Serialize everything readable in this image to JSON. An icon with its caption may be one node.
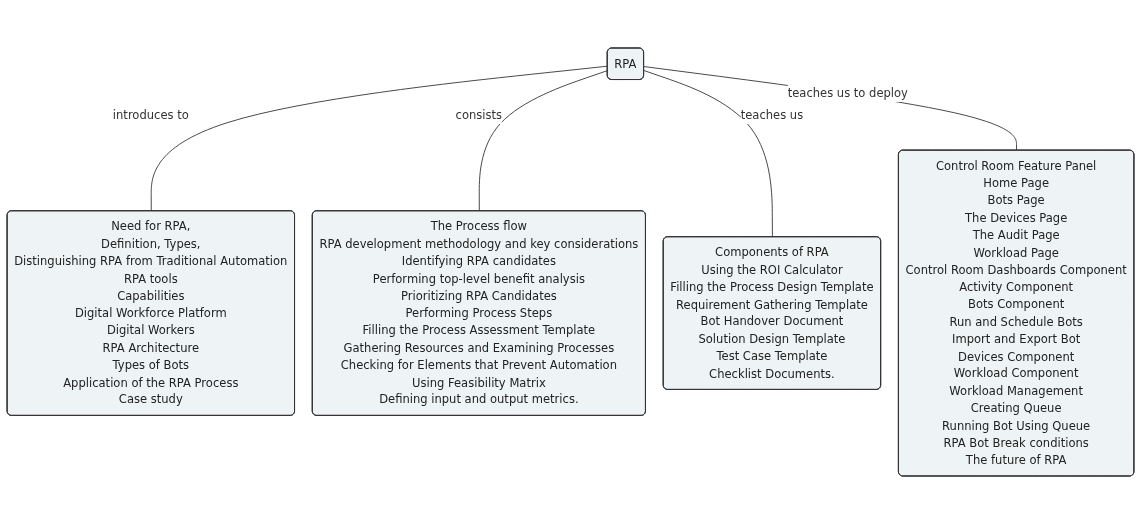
{
  "diagram": {
    "nodes": [
      {
        "text": [
          "RPA"
        ]
      },
      {
        "text": [
          "Need for RPA,",
          "Definition, Types,",
          "Distinguishing RPA from Traditional Automation",
          "RPA tools",
          "Capabilities",
          "Digital Workforce Platform",
          "Digital Workers",
          "RPA Architecture",
          "Types of Bots",
          "Application of the RPA Process",
          "Case study"
        ]
      },
      {
        "text": [
          "The Process flow",
          "RPA development methodology and key considerations",
          "Identifying RPA candidates",
          "Performing top-level benefit analysis",
          "Prioritizing RPA Candidates",
          "Performing Process Steps",
          "Filling the Process Assessment Template",
          "Gathering Resources and Examining Processes",
          "Checking for Elements that Prevent Automation",
          "Using Feasibility Matrix",
          "Defining input and output metrics."
        ]
      },
      {
        "text": [
          "Components of RPA",
          "Using the ROI Calculator",
          "Filling the Process Design Template",
          "Requirement Gathering Template",
          "Bot Handover Document",
          "Solution Design Template",
          "Test Case Template",
          "Checklist Documents."
        ]
      },
      {
        "text": [
          "Control Room Feature Panel",
          "Home Page",
          "Bots Page",
          "The Devices Page",
          "The Audit Page",
          "Workload Page",
          "Control Room Dashboards Component",
          "Activity Component",
          "Bots Component",
          "Run and Schedule Bots",
          "Import and Export Bot",
          "Devices Component",
          "Workload Component",
          "Workload Management",
          "Creating Queue",
          "Running Bot Using Queue",
          "RPA Bot Break conditions",
          "The future of RPA"
        ]
      }
    ],
    "edges": [
      {
        "from": 0,
        "to": 1,
        "arrow": "none",
        "label": "introduces to"
      },
      {
        "from": 0,
        "to": 2,
        "arrow": "none",
        "label": "consists"
      },
      {
        "from": 0,
        "to": 3,
        "arrow": "none",
        "label": "teaches us"
      },
      {
        "from": 0,
        "to": 4,
        "arrow": "none",
        "label": "teaches us to deploy"
      }
    ]
  }
}
